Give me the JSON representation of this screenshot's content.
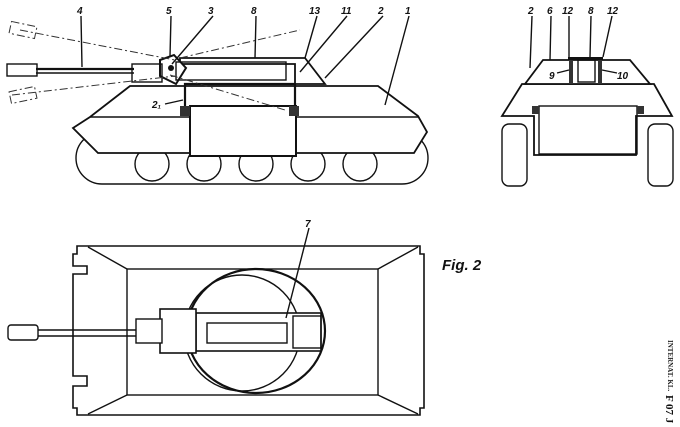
{
  "side_view": {
    "labels": [
      "4",
      "5",
      "3",
      "8",
      "13",
      "11",
      "2",
      "1",
      "2₁"
    ]
  },
  "front_view": {
    "labels": [
      "2",
      "6",
      "12",
      "8",
      "12",
      "9",
      "10"
    ]
  },
  "top_view": {
    "labels": [
      "7"
    ],
    "figure_caption": "Fig. 2"
  },
  "margin_text": {
    "classification": "INTERNAT. KL.",
    "code": "F 07 J"
  }
}
